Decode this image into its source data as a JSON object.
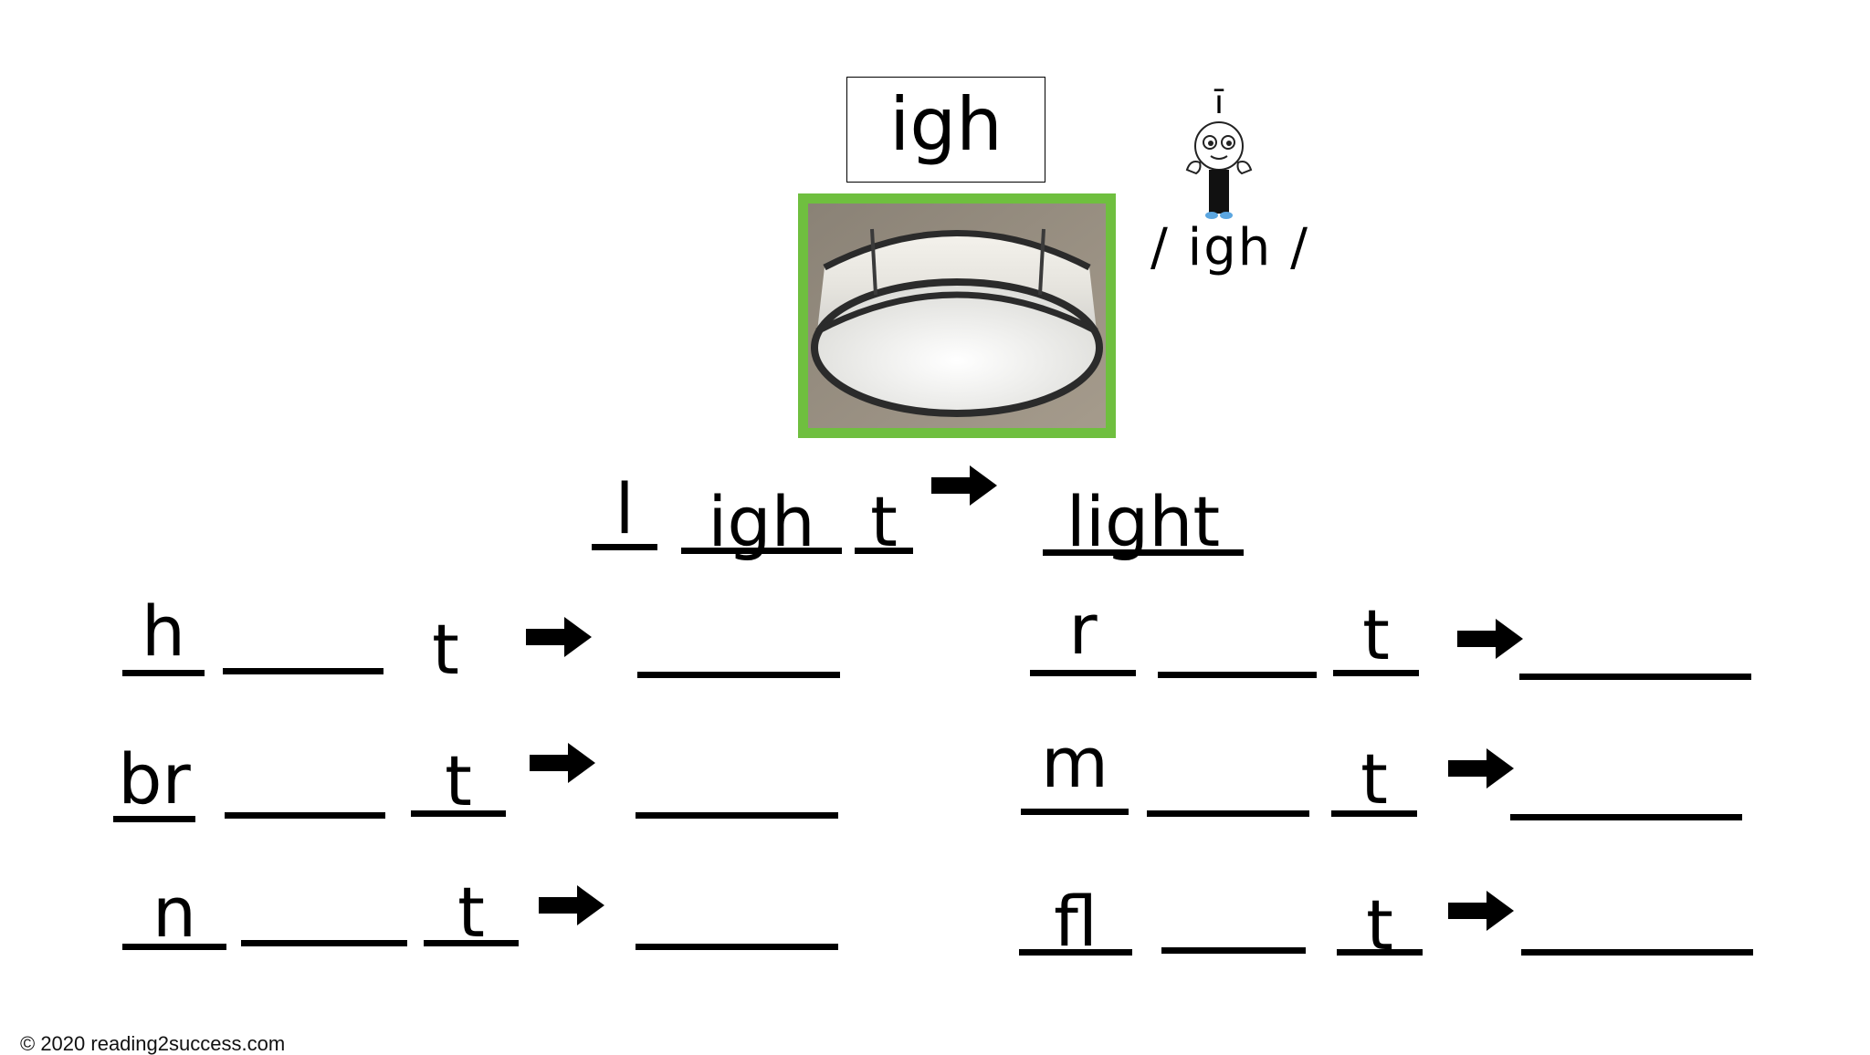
{
  "heading": {
    "grapheme": "igh"
  },
  "mascot": {
    "macron_vowel": "ī",
    "phoneme_label": "/ igh /"
  },
  "picture": {
    "icon": "ceiling-light-image"
  },
  "example": {
    "segments": [
      "l",
      "igh",
      "t"
    ],
    "word": "light"
  },
  "exercises": {
    "left": [
      {
        "start": "h",
        "end": "t"
      },
      {
        "start": "br",
        "end": "t"
      },
      {
        "start": "n",
        "end": "t"
      }
    ],
    "right": [
      {
        "start": "r",
        "end": "t"
      },
      {
        "start": "m",
        "end": "t"
      },
      {
        "start": "fl",
        "end": "t"
      }
    ]
  },
  "arrow_icon": "right-arrow-icon",
  "footer": {
    "copyright": "© 2020 reading2success.com"
  }
}
